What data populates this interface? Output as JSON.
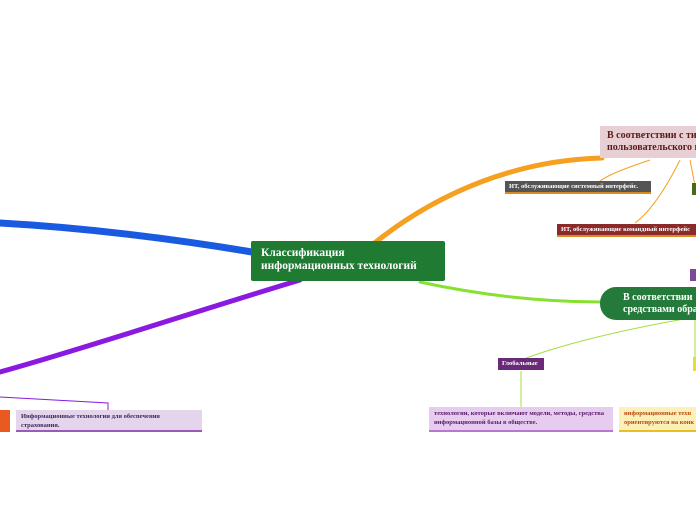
{
  "central": {
    "label_line1": "Классификация",
    "label_line2": "информационных технологий"
  },
  "branches": {
    "interface": {
      "label_line1": "В соответствии с ти",
      "label_line2": "пользовательского и",
      "children": [
        "ИТ, обслуживающие системный интерфейс.",
        "ИТ, обслуживающие командный интерфейс"
      ]
    },
    "network": {
      "label_line1": "В соответствии",
      "label_line2": "средствами обра",
      "children": [
        "Глобальные"
      ],
      "leaves": [
        "технологии, которые включают модели, методы, средства информационной базы в обществе.",
        "информационные техн ориентируются на конк"
      ]
    },
    "left_leaf": "Информационные технологии для обеспечения страхования."
  },
  "colors": {
    "central": "#1f7a32",
    "orange_branch": "#f5a020",
    "blue_branch": "#1a5ae0",
    "purple_branch": "#8a1ae0",
    "green_branch": "#88e030"
  }
}
